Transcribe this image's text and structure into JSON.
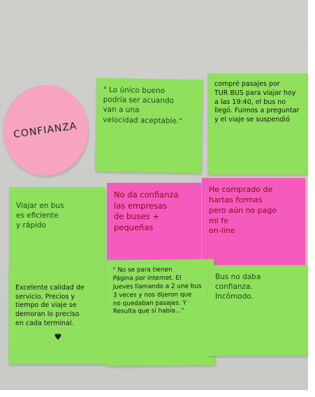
{
  "circle": {
    "text": "CONFIANZA"
  },
  "notes": [
    {
      "id": "quote",
      "text": "\" Lo único bueno\npodría ser acuando\nvan a una\nvelocidad aceptable.\""
    },
    {
      "id": "compre",
      "text": "compré pasajes por\nTUR BUS para viajar hoy\na las 19:40, el bus no\nllegó. Fuimos a preguntar\ny el viaje se suspendió"
    },
    {
      "id": "viajar",
      "text": "Viajar en bus\nes eficiente\ny rápido"
    },
    {
      "id": "no-da",
      "text": "No da confianza\nlas empresas\nde buses + pequeñas"
    },
    {
      "id": "he-comprado",
      "text": "He comprado de\nhartas formas\npero aún no pago\nmi fe\non-line"
    },
    {
      "id": "excelente",
      "text": "Excelente calidad de\nservicio, Precios y\ntiempo de viaje se\ndemoran lo preciso\nen cada terminal.",
      "extra": "♥"
    },
    {
      "id": "no-se-para",
      "text": "\" No se para tienen\nPágina por internet. El\nJueves llamando a 2 une bus\n3 veces y nos dijeron que\nno quedaban pasajes. Y\nResulta que sí había...\""
    },
    {
      "id": "bus-no",
      "text": "Bus no daba\nconfianza.\nIncómodo."
    }
  ]
}
